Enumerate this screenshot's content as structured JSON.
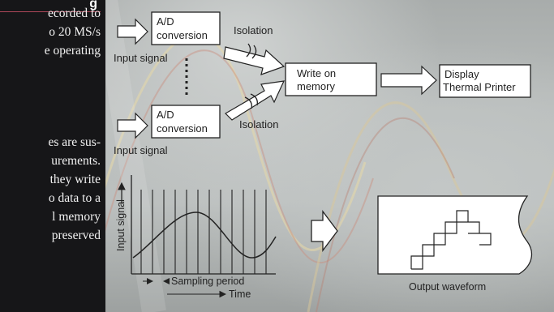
{
  "left_text": {
    "heading": "g",
    "para1": [
      "ecorded to",
      "o 20 MS/s",
      "e operating"
    ],
    "para2": [
      "es are sus-",
      "urements.",
      "they write",
      "o data to a",
      "l memory",
      "preserved"
    ]
  },
  "diagram": {
    "ad_top": [
      "A/D",
      "conversion"
    ],
    "ad_bottom": [
      "A/D",
      "conversion"
    ],
    "input_signal_top": "Input signal",
    "input_signal_bottom": "Input signal",
    "isolation_top": "Isolation",
    "isolation_bottom": "Isolation",
    "write_memory": [
      "Write on",
      "memory"
    ],
    "display": [
      "Display",
      "Thermal Printer"
    ],
    "y_axis_label": "Input signal",
    "sampling_period": "Sampling period",
    "time_label": "Time",
    "output_waveform": "Output waveform"
  }
}
